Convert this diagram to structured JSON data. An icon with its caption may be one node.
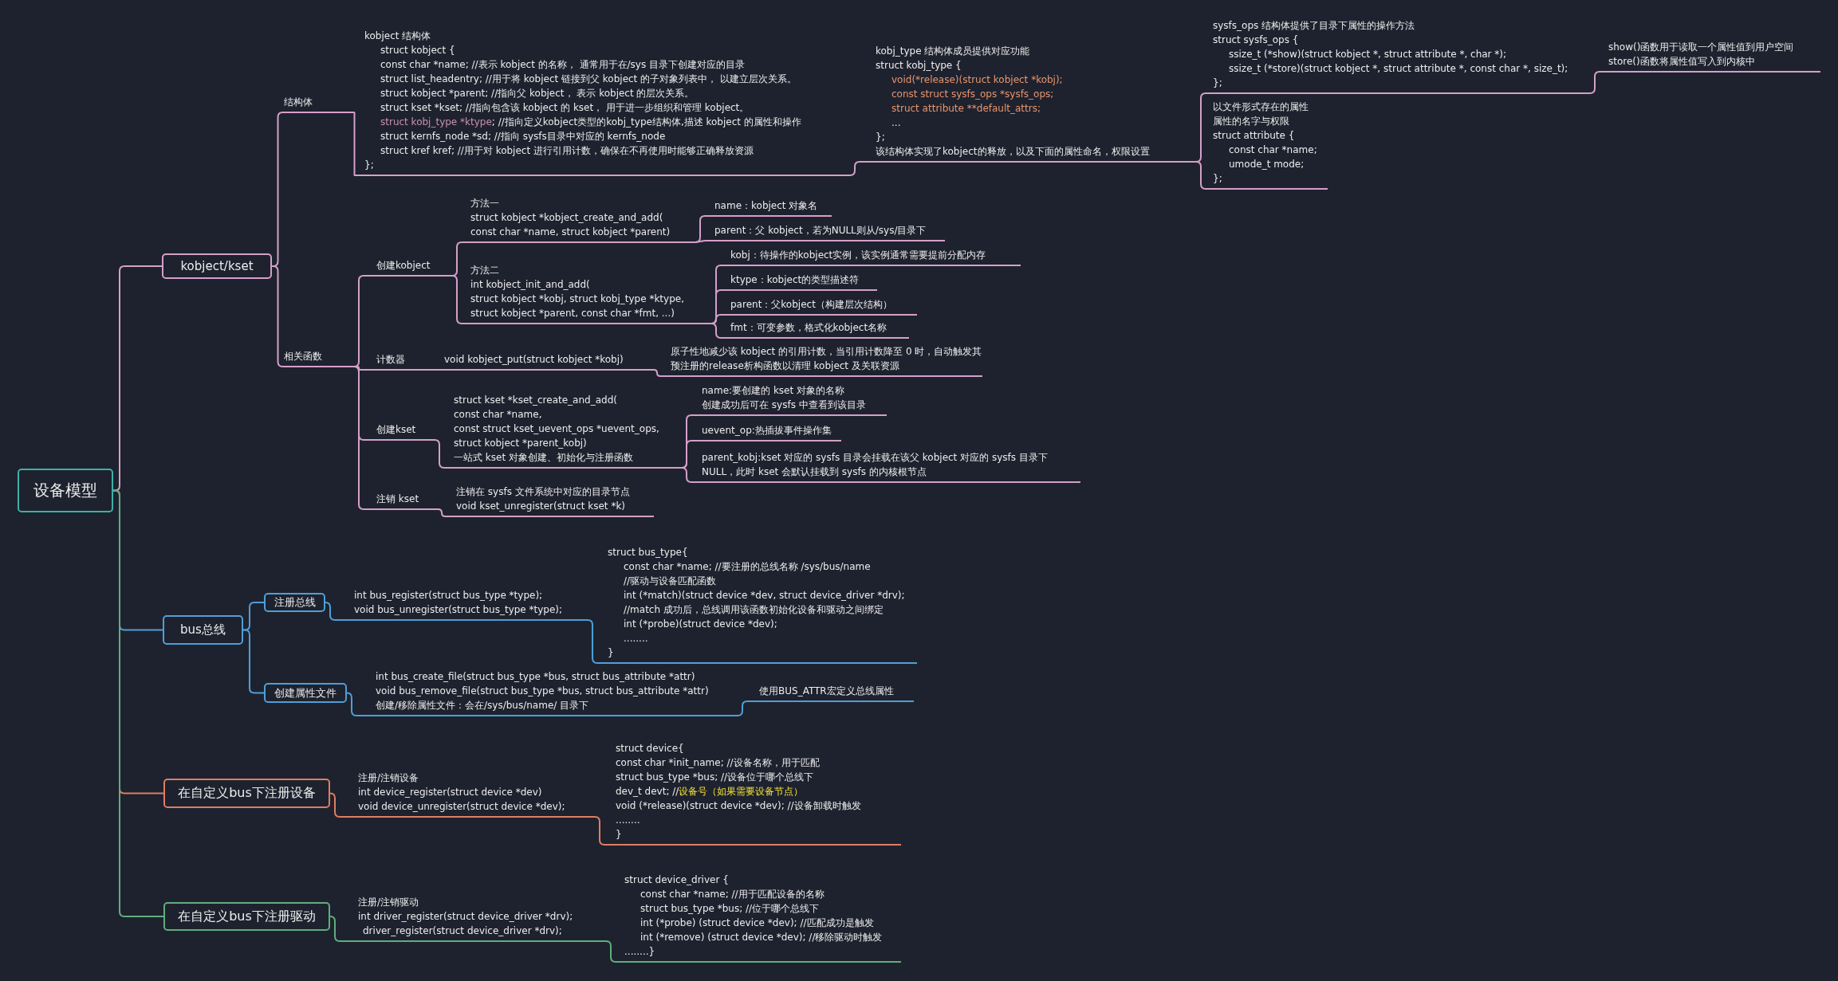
{
  "diagram": {
    "nodes": [
      {
        "text": [
          "设备模型"
        ]
      },
      {
        "text": [
          "kobject/kset"
        ]
      },
      {
        "text": [
          "结构体"
        ]
      },
      {
        "text": [
          "kobject 结构体",
          "struct kobject {",
          "const char *name; //表示 kobject 的名称， 通常用于在/sys 目录下创建对应的目录",
          "struct list_headentry; //用于将 kobject 链接到父 kobject 的子对象列表中， 以建立层次关系。",
          "struct kobject *parent; //指向父 kobject， 表示 kobject 的层次关系。",
          "struct kset *kset; //指向包含该 kobject 的 kset， 用于进一步组织和管理 kobject。",
          "struct kobj_type *ktype",
          "; //指向定义kobject类型的kobj_type结构体,描述 kobject 的属性和操作",
          "struct kernfs_node *sd; //指向 sysfs目录中对应的 kernfs_node",
          "struct kref kref; //用于对 kobject 进行引用计数，确保在不再使用时能够正确释放资源",
          "};"
        ]
      },
      {
        "text": [
          "kobj_type 结构体成员提供对应功能",
          "struct kobj_type {",
          "void(*release)(struct kobject *kobj);",
          "const struct sysfs_ops *sysfs_ops;",
          "struct attribute **default_attrs;",
          "...",
          "};",
          "该结构体实现了kobject的释放，以及下面的属性命名，权限设置"
        ]
      },
      {
        "text": [
          "sysfs_ops 结构体提供了目录下属性的操作方法",
          "struct sysfs_ops {",
          "ssize_t (*show)(struct kobject *, struct attribute *, char *);",
          "ssize_t (*store)(struct kobject *, struct attribute *, const char *, size_t);",
          "};"
        ]
      },
      {
        "text": [
          "以文件形式存在的属性",
          "属性的名字与权限",
          "struct attribute {",
          "const char *name;",
          "umode_t mode;",
          "};"
        ]
      },
      {
        "text": [
          "show()函数用于读取一个属性值到用户空间",
          "store()函数将属性值写入到内核中"
        ]
      },
      {
        "text": [
          "相关函数"
        ]
      },
      {
        "text": [
          "创建kobject"
        ]
      },
      {
        "text": [
          "方法一",
          "struct kobject *kobject_create_and_add(",
          "const char *name, struct kobject *parent)"
        ]
      },
      {
        "text": [
          "方法二",
          "int kobject_init_and_add(",
          "struct kobject *kobj, struct kobj_type *ktype,",
          "struct kobject *parent, const char *fmt, ...)"
        ]
      },
      {
        "text": [
          "name：kobject 对象名"
        ]
      },
      {
        "text": [
          "parent：父 kobject，若为NULL则从/sys/目录下"
        ]
      },
      {
        "text": [
          "kobj：待操作的kobject实例，该实例通常需要提前分配内存"
        ]
      },
      {
        "text": [
          "ktype：kobject的类型描述符"
        ]
      },
      {
        "text": [
          "parent：父kobject（构建层次结构）"
        ]
      },
      {
        "text": [
          "fmt：可变参数，格式化kobject名称"
        ]
      },
      {
        "text": [
          "计数器"
        ]
      },
      {
        "text": [
          "void kobject_put(struct kobject *kobj)"
        ]
      },
      {
        "text": [
          "原子性地减少该 kobject 的引用计数，当引用计数降至 0 时，自动触发其预注册的release析构函数以清理 kobject 及关联资源"
        ]
      },
      {
        "text": [
          "创建kset"
        ]
      },
      {
        "text": [
          "struct kset *kset_create_and_add(",
          "const char *name,",
          "const struct kset_uevent_ops *uevent_ops,",
          "struct kobject *parent_kobj)",
          "一站式 kset 对象创建、初始化与注册函数"
        ]
      },
      {
        "text": [
          "name:要创建的 kset 对象的名称",
          "创建成功后可在 sysfs 中查看到该目录"
        ]
      },
      {
        "text": [
          "uevent_op:热插拔事件操作集"
        ]
      },
      {
        "text": [
          "parent_kobj:kset 对应的 sysfs 目录会挂载在该父 kobject 对应的 sysfs 目录下 NULL，此时 kset 会默认挂载到 sysfs 的内核根节点"
        ]
      },
      {
        "text": [
          "注销 kset"
        ]
      },
      {
        "text": [
          "注销在 sysfs 文件系统中对应的目录节点",
          "void kset_unregister(struct kset *k)"
        ]
      },
      {
        "text": [
          "bus总线"
        ]
      },
      {
        "text": [
          "注册总线"
        ]
      },
      {
        "text": [
          "创建属性文件"
        ]
      },
      {
        "text": [
          "int bus_register(struct bus_type *type);",
          "void bus_unregister(struct bus_type *type);"
        ]
      },
      {
        "text": [
          "struct bus_type{",
          "const char *name; //要注册的总线名称 /sys/bus/name",
          "//驱动与设备匹配函数",
          "int (*match)(struct device *dev, struct device_driver *drv);",
          "//match 成功后，总线调用该函数初始化设备和驱动之间绑定",
          "int (*probe)(struct device *dev);",
          "........",
          "}"
        ]
      },
      {
        "text": [
          "int bus_create_file(struct bus_type *bus, struct bus_attribute *attr)",
          "void bus_remove_file(struct bus_type *bus, struct bus_attribute *attr)",
          "创建/移除属性文件：会在/sys/bus/name/ 目录下"
        ]
      },
      {
        "text": [
          "使用BUS_ATTR宏定义总线属性"
        ]
      },
      {
        "text": [
          "在自定义bus下注册设备"
        ]
      },
      {
        "text": [
          "注册/注销设备",
          "int device_register(struct device *dev)",
          "void device_unregister(struct device *dev);"
        ]
      },
      {
        "text": [
          "struct device{",
          "const char *init_name; //设备名称，用于匹配",
          "struct bus_type *bus; //设备位于哪个总线下",
          "dev_t devt; //",
          "设备号（如果需要设备节点）",
          "void (*release)(struct device *dev); //设备卸载时触发",
          "........",
          "}"
        ]
      },
      {
        "text": [
          "在自定义bus下注册驱动"
        ]
      },
      {
        "text": [
          "注册/注销驱动",
          "int driver_register(struct device_driver *drv);",
          "driver_register(struct device_driver *drv);"
        ]
      },
      {
        "text": [
          "struct device_driver {",
          "const char *name; //用于匹配设备的名称",
          "struct bus_type *bus; //位于哪个总线下",
          "int (*probe) (struct device *dev); //匹配成功是触发",
          "int (*remove) (struct device *dev); //移除驱动时触发",
          "........}"
        ]
      }
    ],
    "edges": [
      {
        "from": 0,
        "to": 1,
        "arrow": "none"
      },
      {
        "from": 1,
        "to": 2,
        "arrow": "none"
      },
      {
        "from": 2,
        "to": 3,
        "arrow": "none"
      },
      {
        "from": 3,
        "to": 4,
        "arrow": "none"
      },
      {
        "from": 4,
        "to": 5,
        "arrow": "none"
      },
      {
        "from": 4,
        "to": 6,
        "arrow": "none"
      },
      {
        "from": 5,
        "to": 7,
        "arrow": "none"
      },
      {
        "from": 1,
        "to": 8,
        "arrow": "none"
      },
      {
        "from": 8,
        "to": 9,
        "arrow": "none"
      },
      {
        "from": 9,
        "to": 10,
        "arrow": "none"
      },
      {
        "from": 9,
        "to": 11,
        "arrow": "none"
      },
      {
        "from": 10,
        "to": 12,
        "arrow": "none"
      },
      {
        "from": 10,
        "to": 13,
        "arrow": "none"
      },
      {
        "from": 11,
        "to": 14,
        "arrow": "none"
      },
      {
        "from": 11,
        "to": 15,
        "arrow": "none"
      },
      {
        "from": 11,
        "to": 16,
        "arrow": "none"
      },
      {
        "from": 11,
        "to": 17,
        "arrow": "none"
      },
      {
        "from": 8,
        "to": 18,
        "arrow": "none"
      },
      {
        "from": 18,
        "to": 19,
        "arrow": "none"
      },
      {
        "from": 19,
        "to": 20,
        "arrow": "none"
      },
      {
        "from": 8,
        "to": 21,
        "arrow": "none"
      },
      {
        "from": 21,
        "to": 22,
        "arrow": "none"
      },
      {
        "from": 22,
        "to": 23,
        "arrow": "none"
      },
      {
        "from": 22,
        "to": 24,
        "arrow": "none"
      },
      {
        "from": 22,
        "to": 25,
        "arrow": "none"
      },
      {
        "from": 8,
        "to": 26,
        "arrow": "none"
      },
      {
        "from": 26,
        "to": 27,
        "arrow": "none"
      },
      {
        "from": 0,
        "to": 28,
        "arrow": "none",
        "color": "#4e9fd8"
      },
      {
        "from": 28,
        "to": 29,
        "arrow": "none",
        "color": "#4e9fd8"
      },
      {
        "from": 28,
        "to": 30,
        "arrow": "none",
        "color": "#4e9fd8"
      },
      {
        "from": 29,
        "to": 31,
        "arrow": "none",
        "color": "#4e9fd8"
      },
      {
        "from": 31,
        "to": 32,
        "arrow": "none",
        "color": "#4e9fd8"
      },
      {
        "from": 30,
        "to": 33,
        "arrow": "none",
        "color": "#4e9fd8"
      },
      {
        "from": 33,
        "to": 34,
        "arrow": "none",
        "color": "#4e9fd8"
      },
      {
        "from": 0,
        "to": 35,
        "arrow": "none",
        "color": "#df7e62"
      },
      {
        "from": 35,
        "to": 36,
        "arrow": "none",
        "color": "#df7e62"
      },
      {
        "from": 36,
        "to": 37,
        "arrow": "none",
        "color": "#df7e62"
      },
      {
        "from": 0,
        "to": 38,
        "arrow": "none",
        "color": "#5fae7d"
      },
      {
        "from": 38,
        "to": 39,
        "arrow": "none",
        "color": "#5fae7d"
      },
      {
        "from": 39,
        "to": 40,
        "arrow": "none",
        "color": "#5fae7d"
      }
    ]
  }
}
